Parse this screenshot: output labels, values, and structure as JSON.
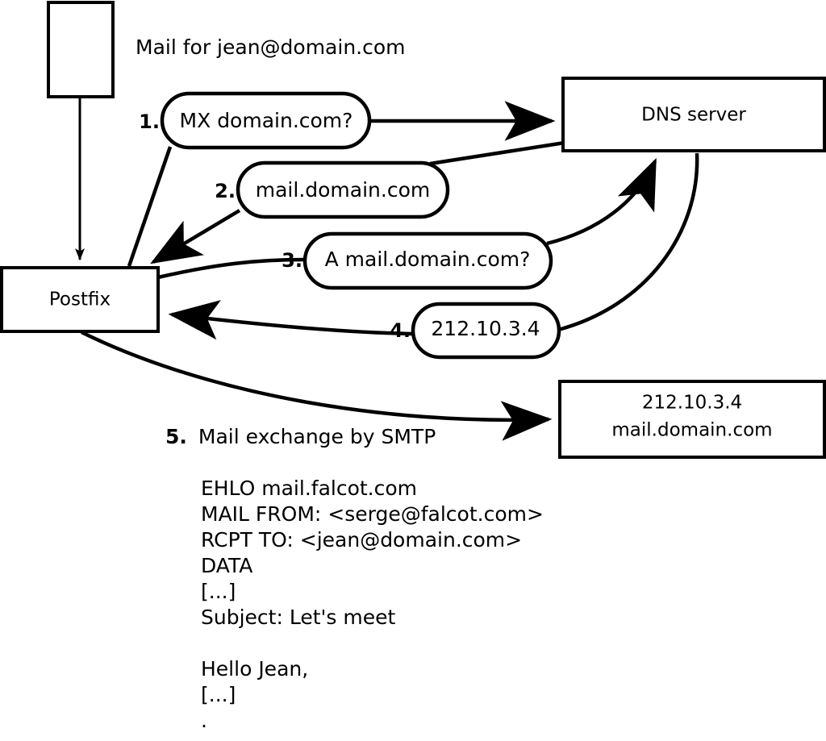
{
  "title": "Mail for jean@domain.com",
  "nodes": {
    "sender_box": {
      "label": ""
    },
    "postfix": {
      "label": "Postfix"
    },
    "dns_server": {
      "label": "DNS server"
    },
    "target_server": {
      "line1": "212.10.3.4",
      "line2": "mail.domain.com"
    }
  },
  "steps": [
    {
      "num": "1.",
      "label": "MX domain.com?"
    },
    {
      "num": "2.",
      "label": "mail.domain.com"
    },
    {
      "num": "3.",
      "label": "A mail.domain.com?"
    },
    {
      "num": "4.",
      "label": "212.10.3.4"
    },
    {
      "num": "5.",
      "label": "Mail exchange by SMTP"
    }
  ],
  "smtp_transcript": [
    "EHLO mail.falcot.com",
    "MAIL FROM: <serge@falcot.com>",
    "RCPT TO: <jean@domain.com>",
    "DATA",
    "[...]",
    "Subject: Let's meet",
    "",
    "Hello Jean,",
    "[...]",
    "."
  ],
  "colors": {
    "stroke": "#000000",
    "fill": "#ffffff"
  }
}
